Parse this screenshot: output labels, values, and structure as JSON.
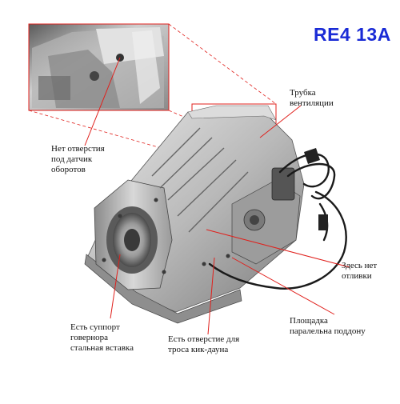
{
  "title": "RE4 13A",
  "labels": {
    "vent_tube": "Трубка\nвентиляции",
    "no_speed_sensor_hole": "Нет отверстия\nпод датчик\nоборотов",
    "no_casting": "Здесь нет\nотливки",
    "pad_parallel": "Площадка\nпаралельна поддону",
    "governor_support": "Есть суппорт\nговернора\nстальная вставка",
    "kickdown_hole": "Есть отверстие для\nтроса кик-дауна"
  },
  "colors": {
    "title": "#1a2bd6",
    "callout": "#e0201c",
    "metal_light": "#d4d4d4",
    "metal_dark": "#6a6a6a"
  }
}
